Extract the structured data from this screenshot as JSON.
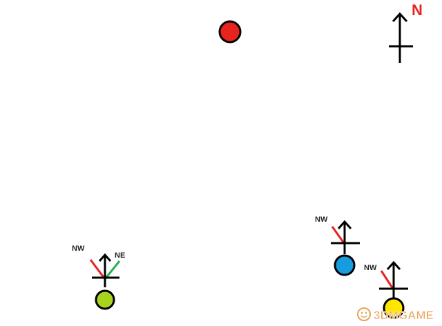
{
  "compass": {
    "label": "N",
    "label_color": "#e8231e",
    "arrow_color": "#000000"
  },
  "markers": [
    {
      "id": "top",
      "color": "#e8231e"
    },
    {
      "id": "left",
      "color": "#a8d420"
    },
    {
      "id": "right",
      "color": "#189ce0"
    },
    {
      "id": "bottom-right",
      "color": "#ffe600"
    }
  ],
  "direction_colors": {
    "nw": "#e8231e",
    "ne": "#22b24c",
    "north": "#000000"
  },
  "groups": {
    "left": {
      "nw_label": "NW",
      "ne_label": "NE"
    },
    "right": {
      "nw_label": "NW"
    },
    "bottom_right": {
      "nw_label": "NW"
    }
  },
  "watermark": {
    "text": "3DMGAME",
    "text_color": "#e6a55a",
    "icon": "smiley-face-icon"
  }
}
